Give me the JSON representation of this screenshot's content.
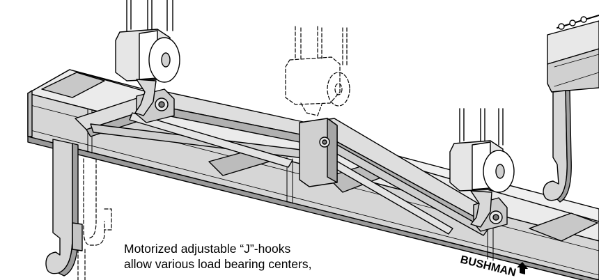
{
  "caption": {
    "line1": "Motorized adjustable “J”-hooks",
    "line2": "allow various load bearing centers,"
  },
  "brand": {
    "logo_text": "BUSHMAN"
  },
  "colors": {
    "beam_fill": "#d9d9d9",
    "beam_dark": "#a8a8a8",
    "beam_light": "#f0f0f0",
    "outline": "#000000",
    "background": "#ffffff"
  }
}
